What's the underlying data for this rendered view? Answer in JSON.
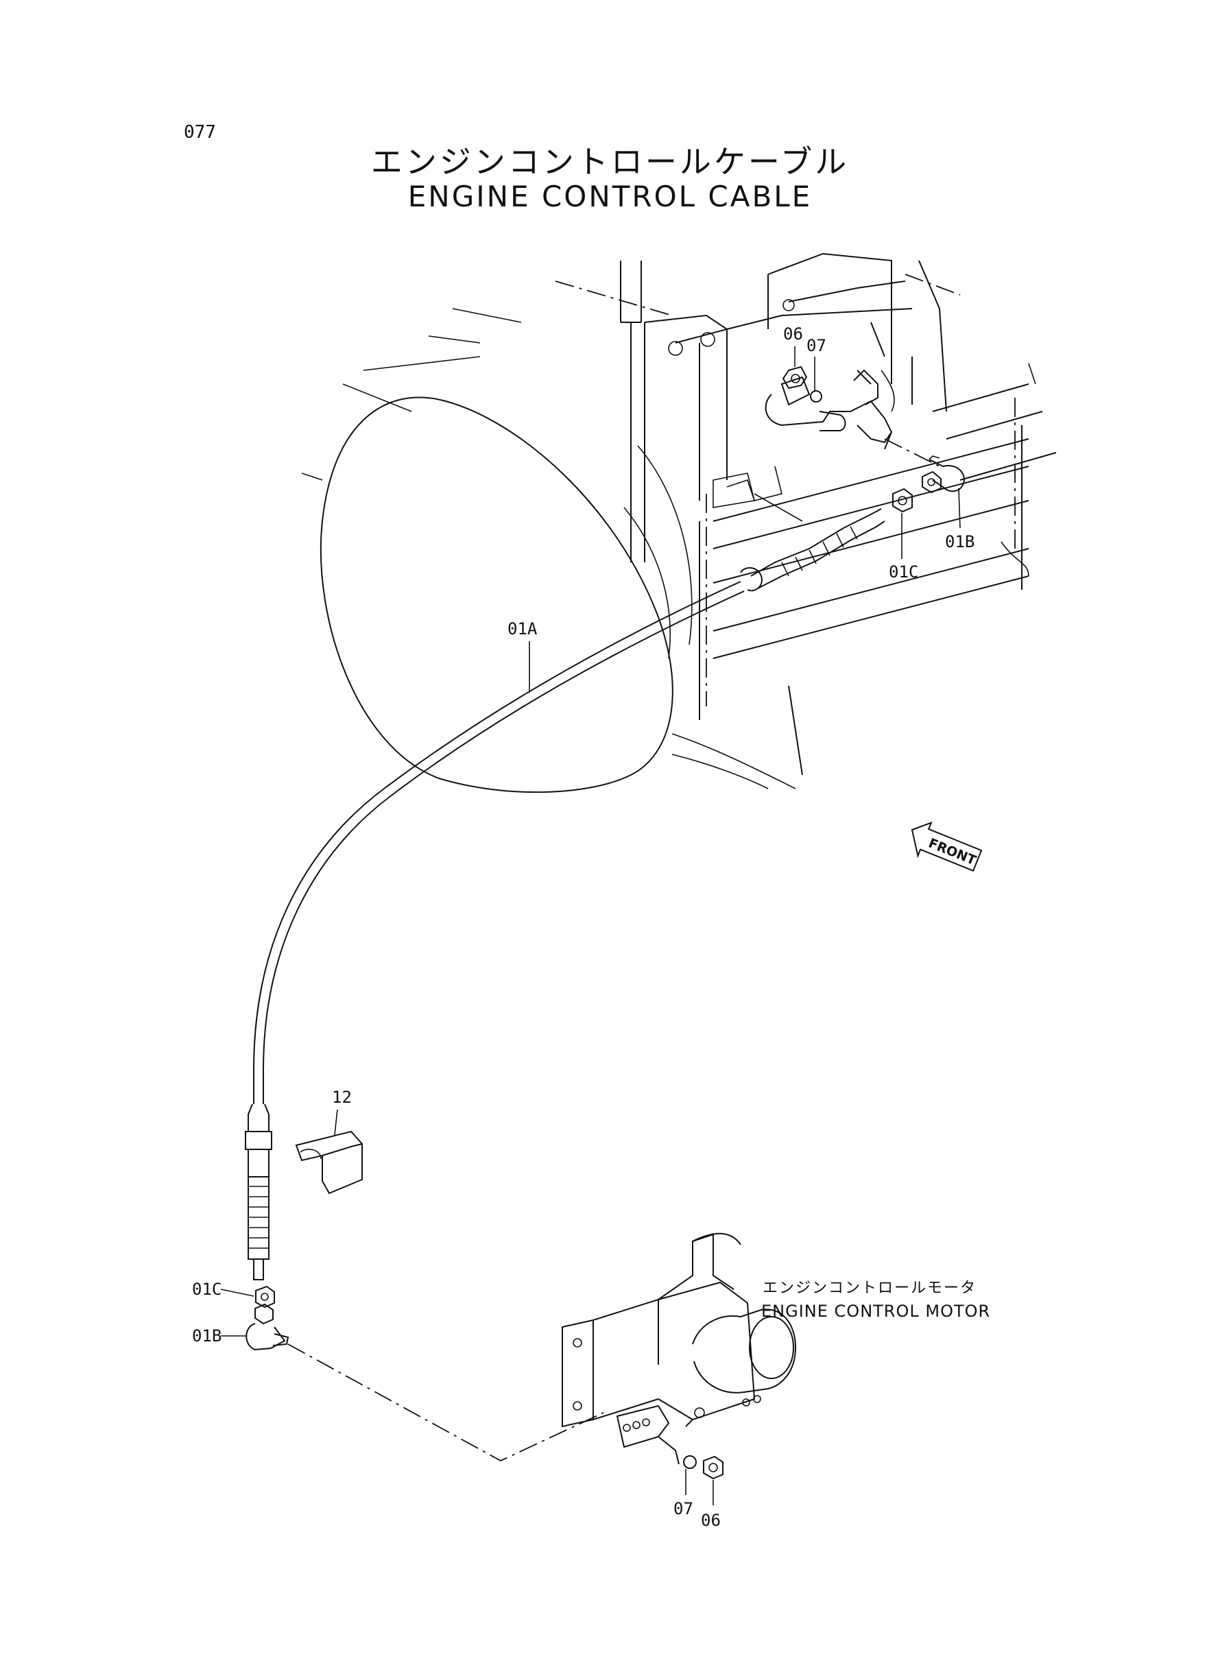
{
  "page_number": "077",
  "title": {
    "japanese": "エンジンコントロールケーブル",
    "english": "ENGINE CONTROL CABLE"
  },
  "callouts": {
    "upper": {
      "nut": "06",
      "washer": "07",
      "ball_joint": "01B",
      "lock_nut": "01C"
    },
    "cable": "01A",
    "bracket": "12",
    "lower": {
      "lock_nut": "01C",
      "ball_joint": "01B",
      "washer": "07",
      "nut": "06"
    }
  },
  "motor_label": {
    "japanese": "エンジンコントロールモータ",
    "english": "ENGINE CONTROL MOTOR"
  },
  "front_arrow": "FRONT"
}
